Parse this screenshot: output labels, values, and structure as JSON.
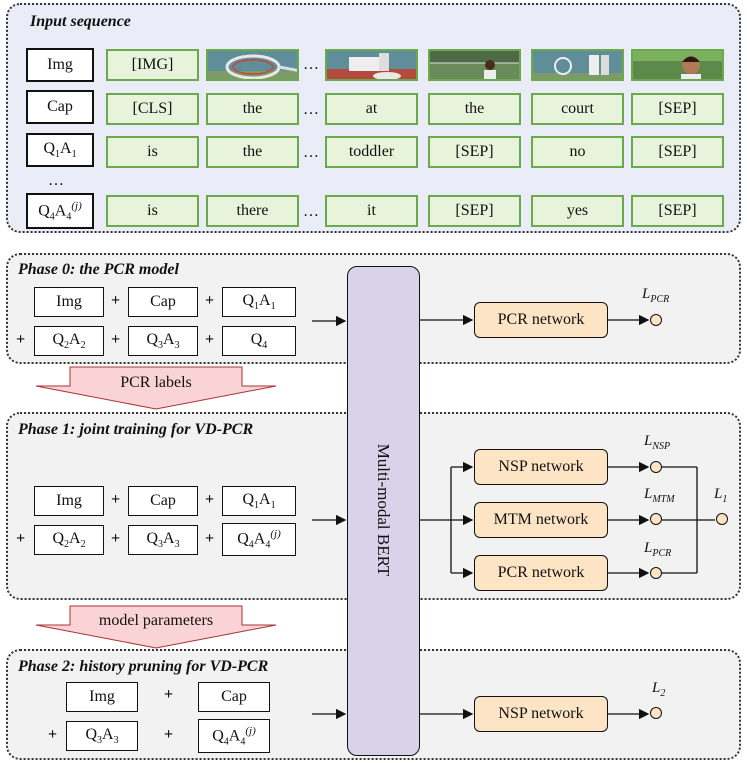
{
  "input_panel": {
    "title": "Input sequence",
    "rows": [
      {
        "label": "Img",
        "tokens": [
          "[IMG]",
          "img",
          "…",
          "img",
          "img",
          "img",
          "img"
        ]
      },
      {
        "label": "Cap",
        "tokens": [
          "[CLS]",
          "the",
          "…",
          "at",
          "the",
          "court",
          "[SEP]"
        ]
      },
      {
        "label": "Q1A1",
        "tokens": [
          "is",
          "the",
          "…",
          "toddler",
          "[SEP]",
          "no",
          "[SEP]"
        ]
      },
      {
        "label": "Q4A4(j)",
        "tokens": [
          "is",
          "there",
          "…",
          "it",
          "[SEP]",
          "yes",
          "[SEP]"
        ]
      }
    ],
    "ellipsis": "…"
  },
  "phase0": {
    "title": "Phase 0: the PCR model",
    "net": "PCR network",
    "loss": "L",
    "loss_sub": "PCR"
  },
  "phase1": {
    "title": "Phase 1: joint training for VD-PCR",
    "nets": [
      "NSP network",
      "MTM network",
      "PCR network"
    ],
    "losses": [
      {
        "l": "L",
        "s": "NSP"
      },
      {
        "l": "L",
        "s": "MTM"
      },
      {
        "l": "L",
        "s": "PCR"
      }
    ],
    "total_loss": "L",
    "total_sub": "1"
  },
  "phase2": {
    "title": "Phase 2: history pruning for VD-PCR",
    "net": "NSP network",
    "loss": "L",
    "loss_sub": "2"
  },
  "arrows": {
    "pcr_labels": "PCR labels",
    "model_parameters": "model parameters"
  },
  "bert": "Multi-modal BERT",
  "plus": "+",
  "inputs": {
    "img": "Img",
    "cap": "Cap",
    "q1a1": "Q",
    "q1a1_i": "1",
    "q1a1_a": "A",
    "q1a1_ai": "1",
    "q2a2": "Q",
    "q3a3": "Q",
    "q4": "Q",
    "q4a4": "Q"
  },
  "colors": {
    "token_fill": "#e8f3dc",
    "token_border": "#6aaa4d",
    "net_fill": "#fce4c4",
    "bert_fill": "#d9d3ea",
    "input_panel_bg": "#eaedf7",
    "phase_bg": "#f2f2f2",
    "arrow_fill": "#f9d3d5"
  }
}
